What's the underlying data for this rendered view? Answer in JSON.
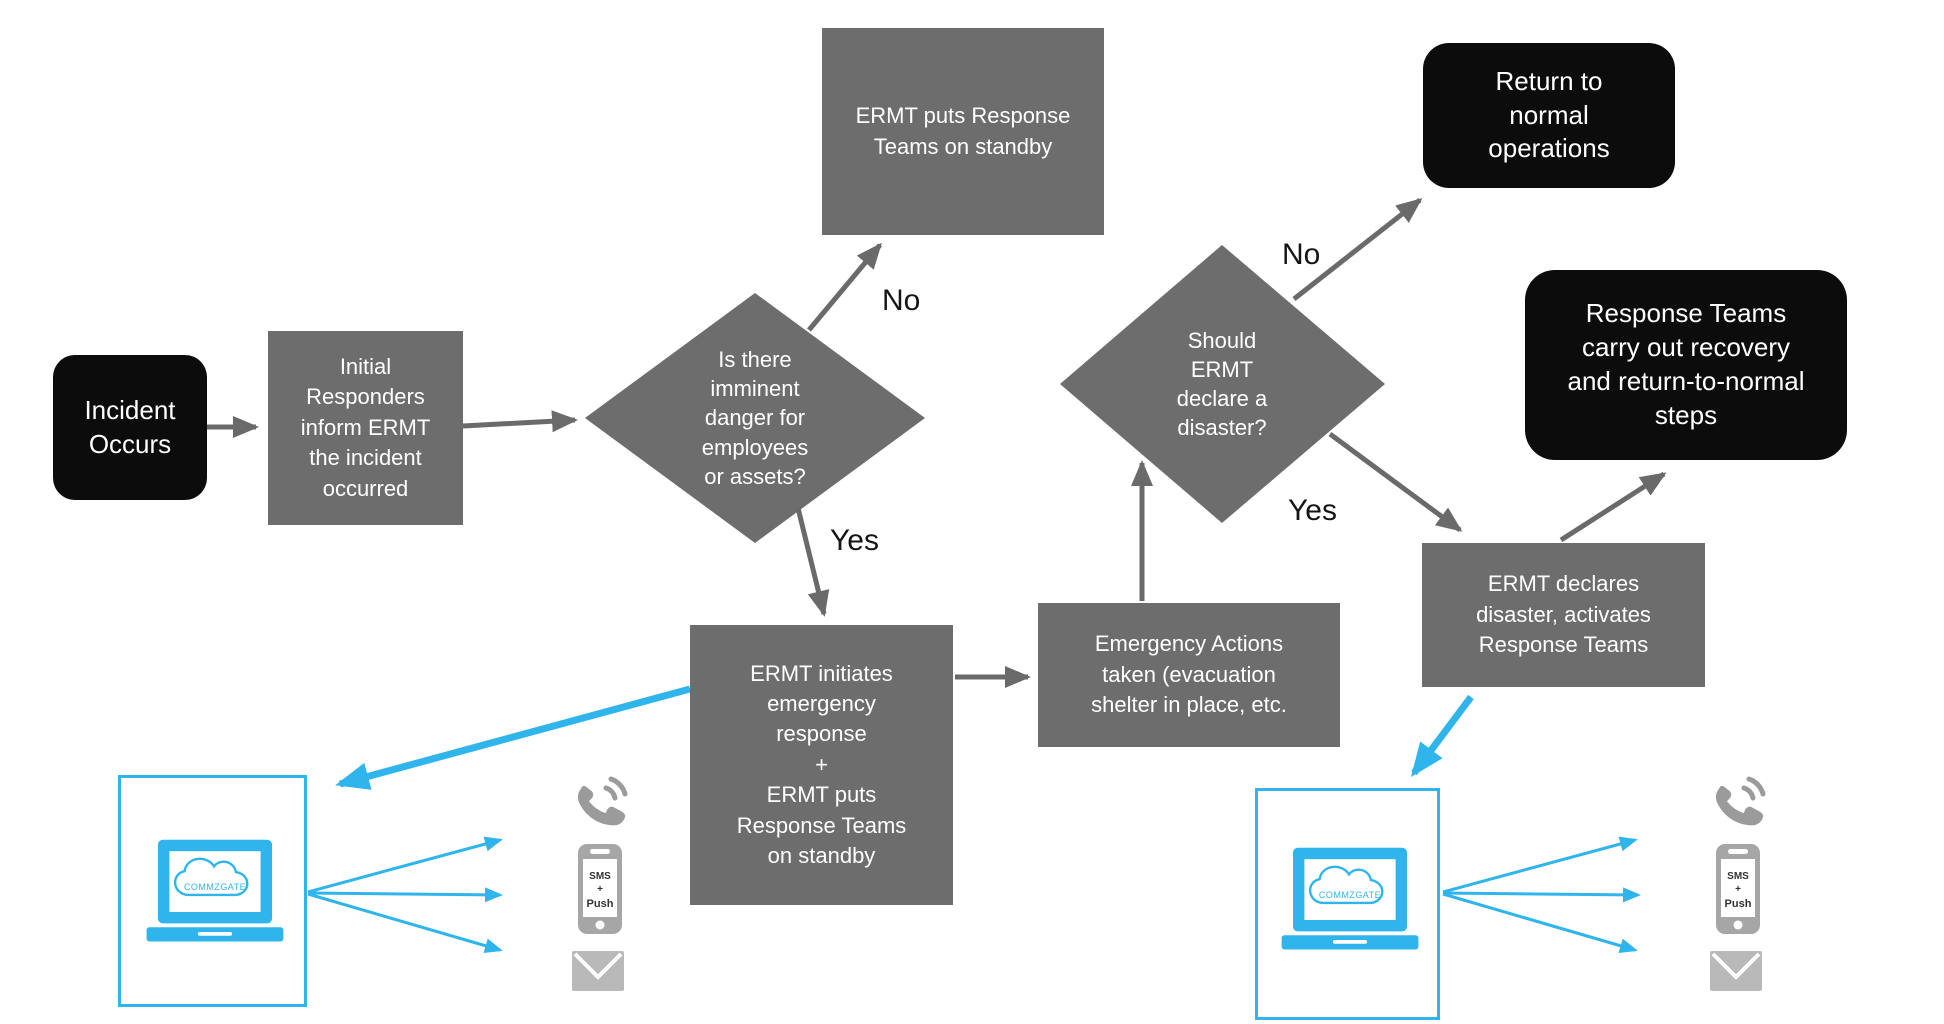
{
  "flowchart": {
    "nodes": {
      "incident": "Incident\nOccurs",
      "initial_responders": "Initial\nResponders\ninform ERMT\nthe incident\noccurred",
      "imminent_danger": "Is there\nimminent\ndanger for\nemployees\nor assets?",
      "standby": "ERMT puts Response\nTeams on standby",
      "initiates": "ERMT initiates\nemergency\nresponse\n+\nERMT puts\nResponse Teams\non standby",
      "emergency_actions": "Emergency Actions\ntaken (evacuation\nshelter in place, etc.",
      "declare_question": "Should\nERMT\ndeclare a\ndisaster?",
      "return_normal": "Return to\nnormal\noperations",
      "recovery": "Response Teams\ncarry out recovery\nand return-to-normal\nsteps",
      "declares": "ERMT declares\ndisaster, activates\nResponse Teams"
    },
    "edge_labels": {
      "danger_no": "No",
      "danger_yes": "Yes",
      "declare_no": "No",
      "declare_yes": "Yes"
    }
  },
  "notification": {
    "platform_logo": "COMMZGATE",
    "phone_screen": {
      "line1": "SMS",
      "line2": "+",
      "line3": "Push"
    }
  },
  "colors": {
    "node_gray": "#6d6d6d",
    "node_black": "#0c0c0c",
    "arrow_gray": "#6a6a6a",
    "accent_cyan": "#2fb5ec",
    "icon_gray": "#9b9b9b",
    "icon_light_gray": "#b9b9b9",
    "node_text": "#ffffff",
    "label_text": "#151515"
  }
}
